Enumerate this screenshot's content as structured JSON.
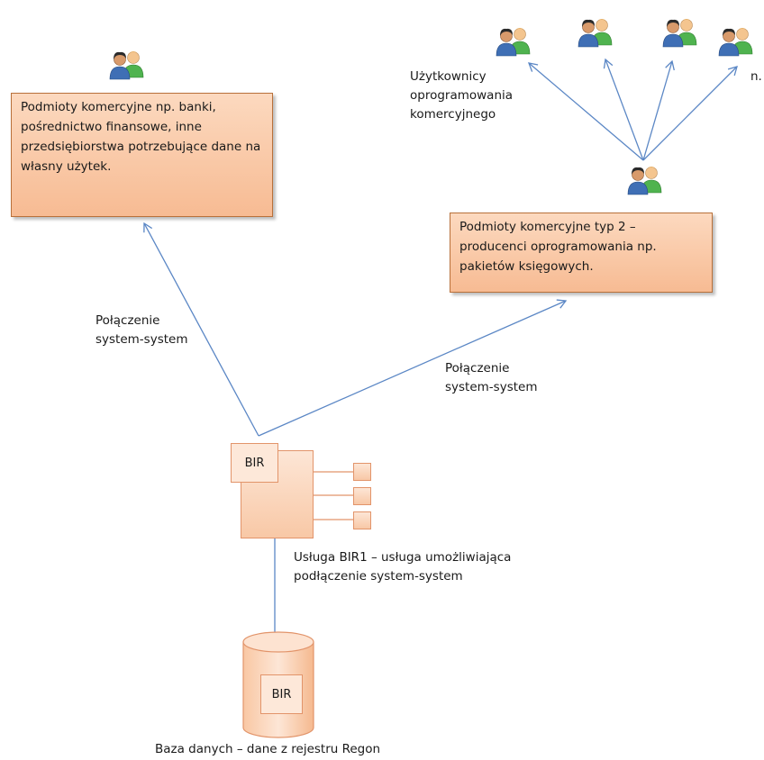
{
  "colors": {
    "line": "#5b87c5",
    "box_fill": "#f9c9a6",
    "box_border": "#b8703a"
  },
  "boxes": {
    "commercial_1": "Podmioty komercyjne np. banki, pośrednictwo finansowe, inne przedsiębiorstwa potrzebujące dane na własny użytek.",
    "commercial_2": "Podmioty komercyjne typ 2 – producenci oprogramowania np. pakietów księgowych."
  },
  "labels": {
    "users": "Użytkownicy\noprogramowania\nkomercyjnego",
    "users_cut": "n.",
    "connection_left": "Połączenie\nsystem-system",
    "connection_right": "Połączenie\nsystem-system",
    "service": "Usługa BIR1 – usługa umożliwiająca\npodłączenie system-system",
    "database": "Baza danych – dane z rejestru Regon"
  },
  "bir": {
    "service_tag": "BIR",
    "db_tag": "BIR"
  },
  "icons": [
    "users-icon",
    "users-icon",
    "users-icon",
    "users-icon",
    "users-icon",
    "users-icon"
  ]
}
